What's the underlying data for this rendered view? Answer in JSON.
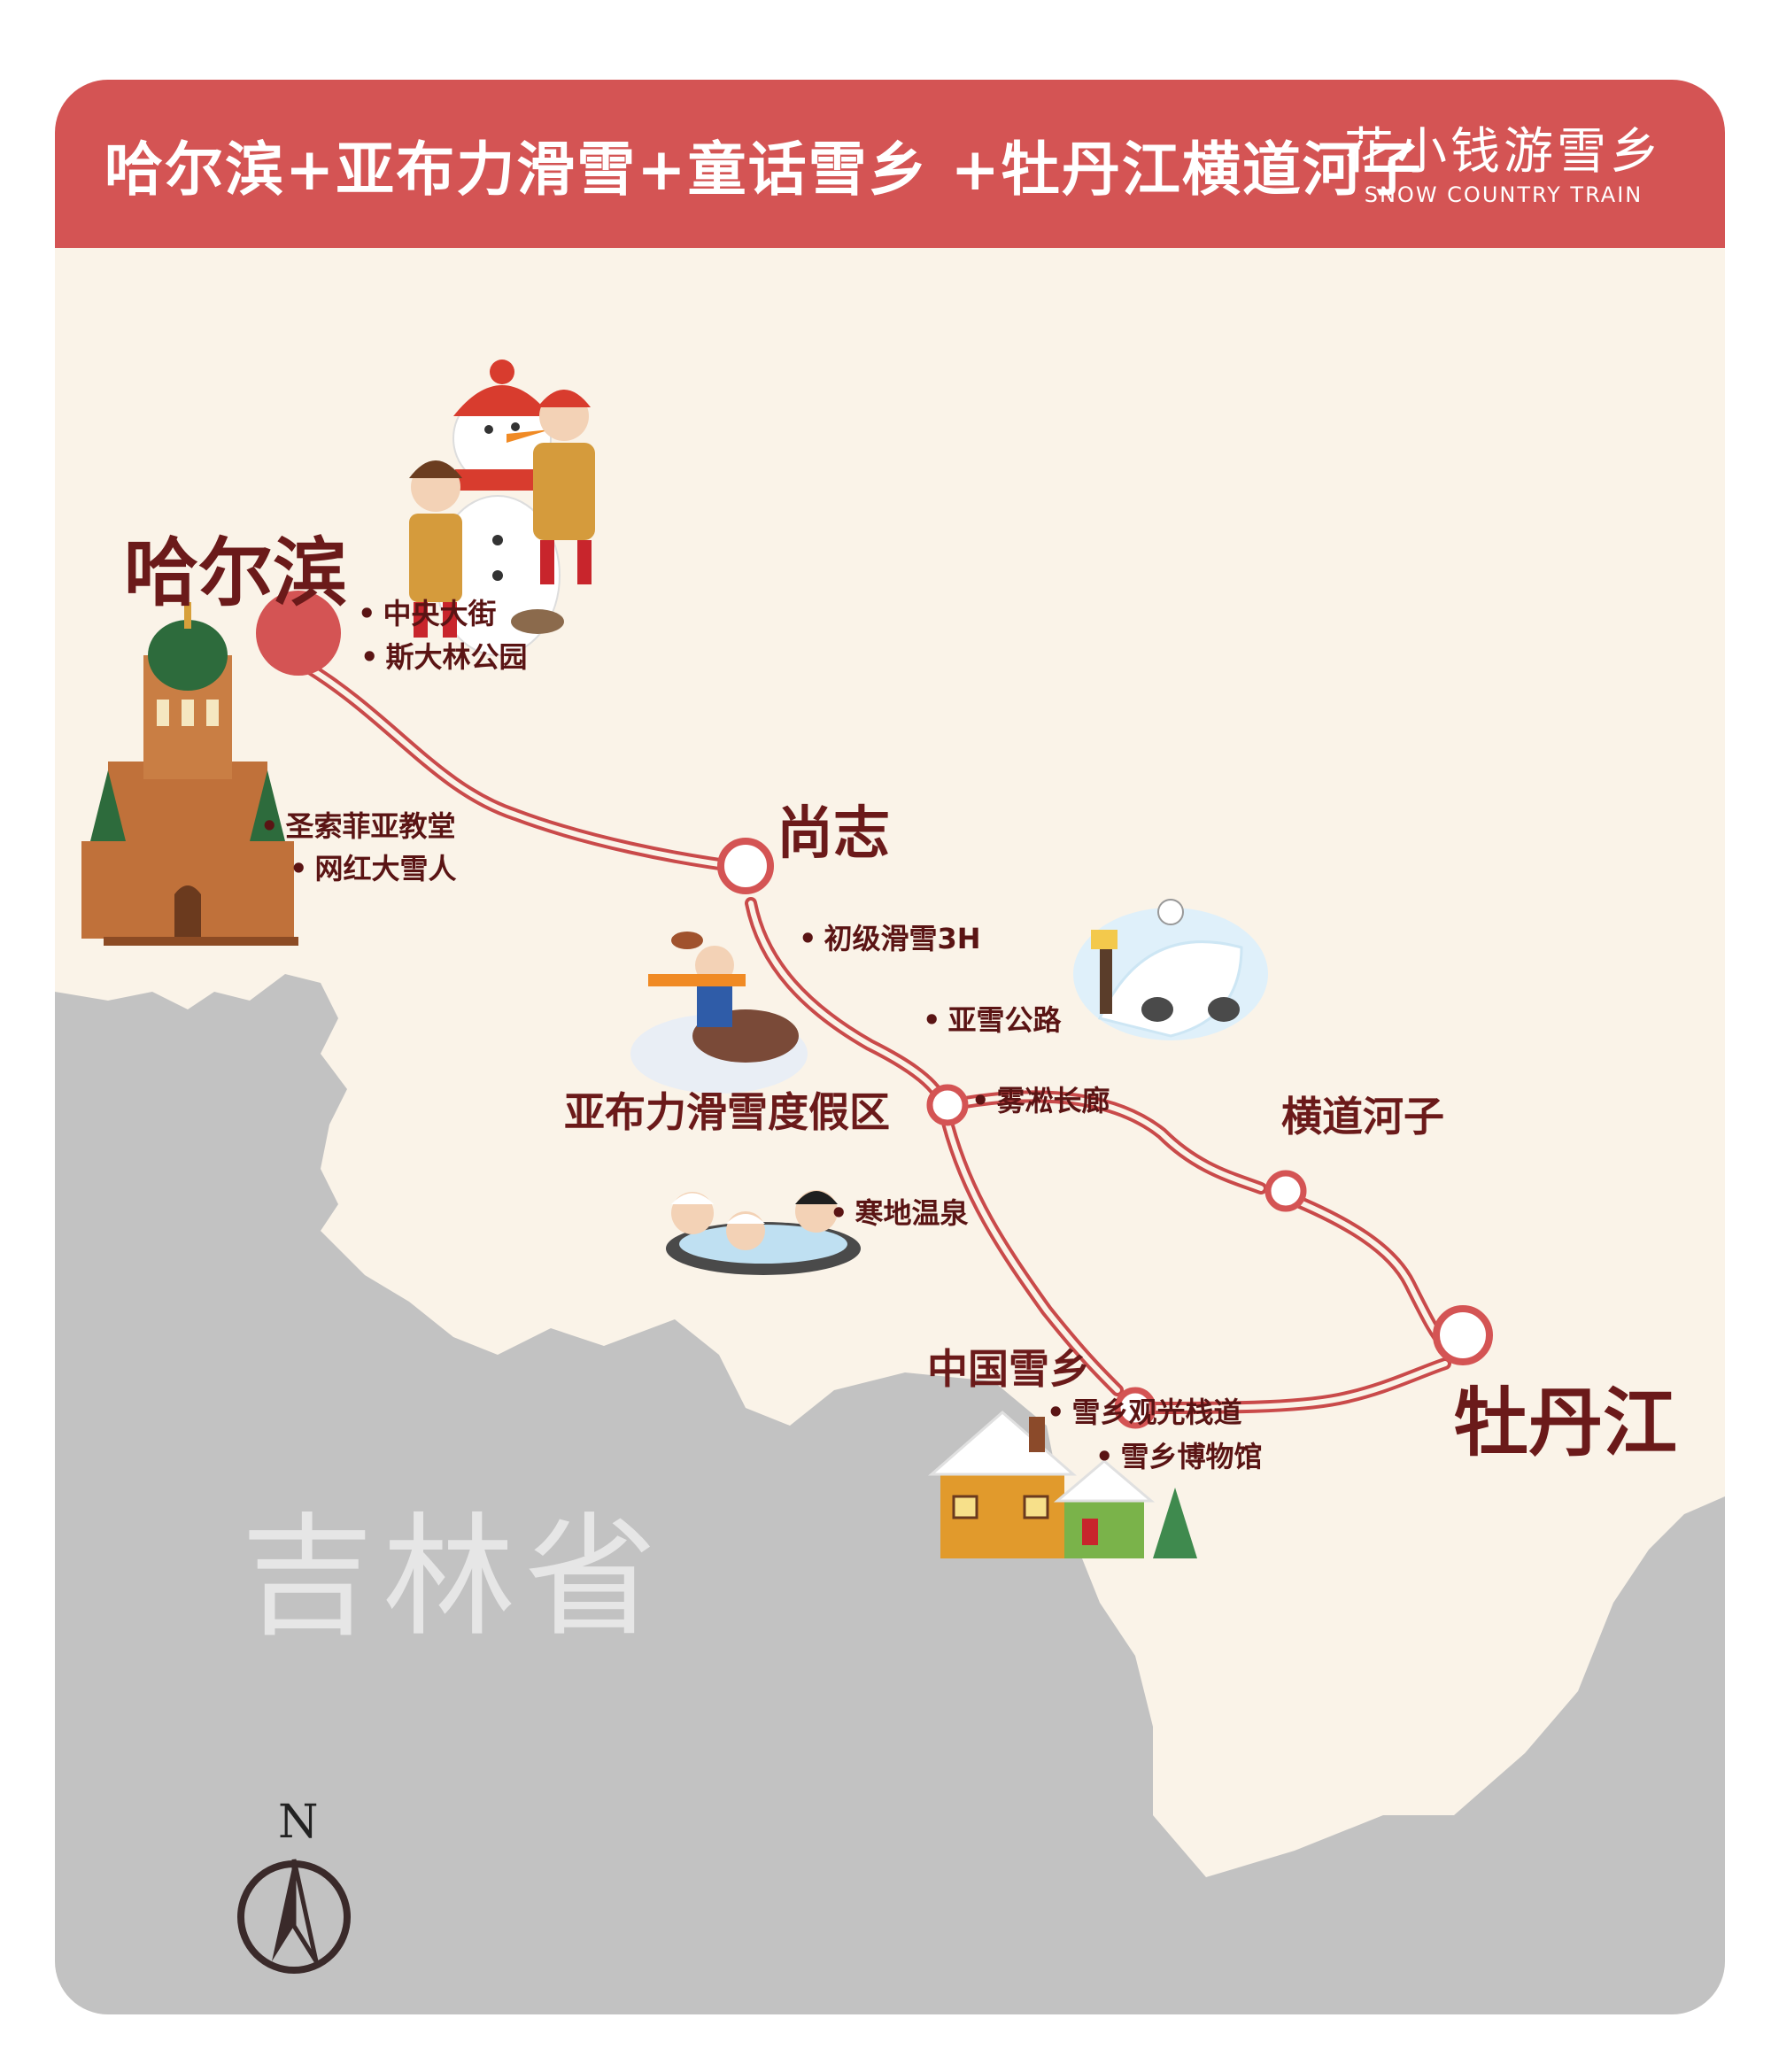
{
  "header": {
    "title": "哈尔滨+亚布力滑雪+童话雪乡 +牡丹江横道河子",
    "brand_name": "花小钱游雪乡",
    "brand_sub": "SNOW COUNTRY TRAIN"
  },
  "cities": {
    "harbin": "哈尔滨",
    "shangzhi": "尚志",
    "yabuli": "亚布力滑雪度假区",
    "hengdaohezi": "横道河子",
    "xuexiang": "中国雪乡",
    "mudanjiang": "牡丹江"
  },
  "spots": {
    "zhongyang": "中央大街",
    "stalin": "斯大林公园",
    "sofia": "圣索菲亚教堂",
    "snowman": "网红大雪人",
    "ski": "初级滑雪3H",
    "yaxue": "亚雪公路",
    "wusong": "雾凇长廊",
    "hotspring": "寒地温泉",
    "boardwalk": "雪乡观光栈道",
    "museum": "雪乡博物馆"
  },
  "province": "吉林省",
  "compass": "N",
  "colors": {
    "header": "#d45454",
    "route": "#c94a4a",
    "land": "#faf3e8",
    "neighbor": "#c2c2c2",
    "city_text": "#6b1a1a"
  }
}
